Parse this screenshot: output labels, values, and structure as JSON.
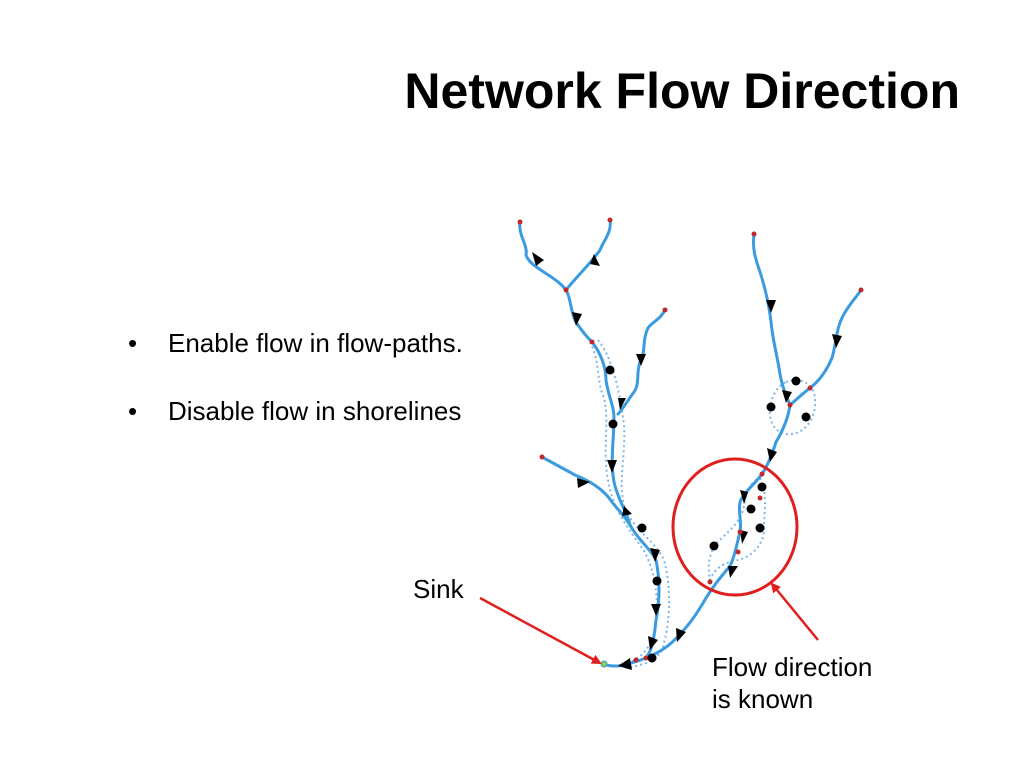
{
  "slide": {
    "title": "Network Flow Direction",
    "bullets": [
      "Enable flow in flow-paths.",
      "Disable flow in shorelines"
    ]
  },
  "diagram": {
    "labels": {
      "sink": "Sink",
      "flow_direction_line1": "Flow direction",
      "flow_direction_line2": "is known"
    },
    "colors": {
      "stream": "#3a9be0",
      "shoreline": "#7fb6e8",
      "node": "#c0282a",
      "lake": "#000000",
      "highlight": "#e01f1f",
      "arrow": "#000000"
    }
  }
}
